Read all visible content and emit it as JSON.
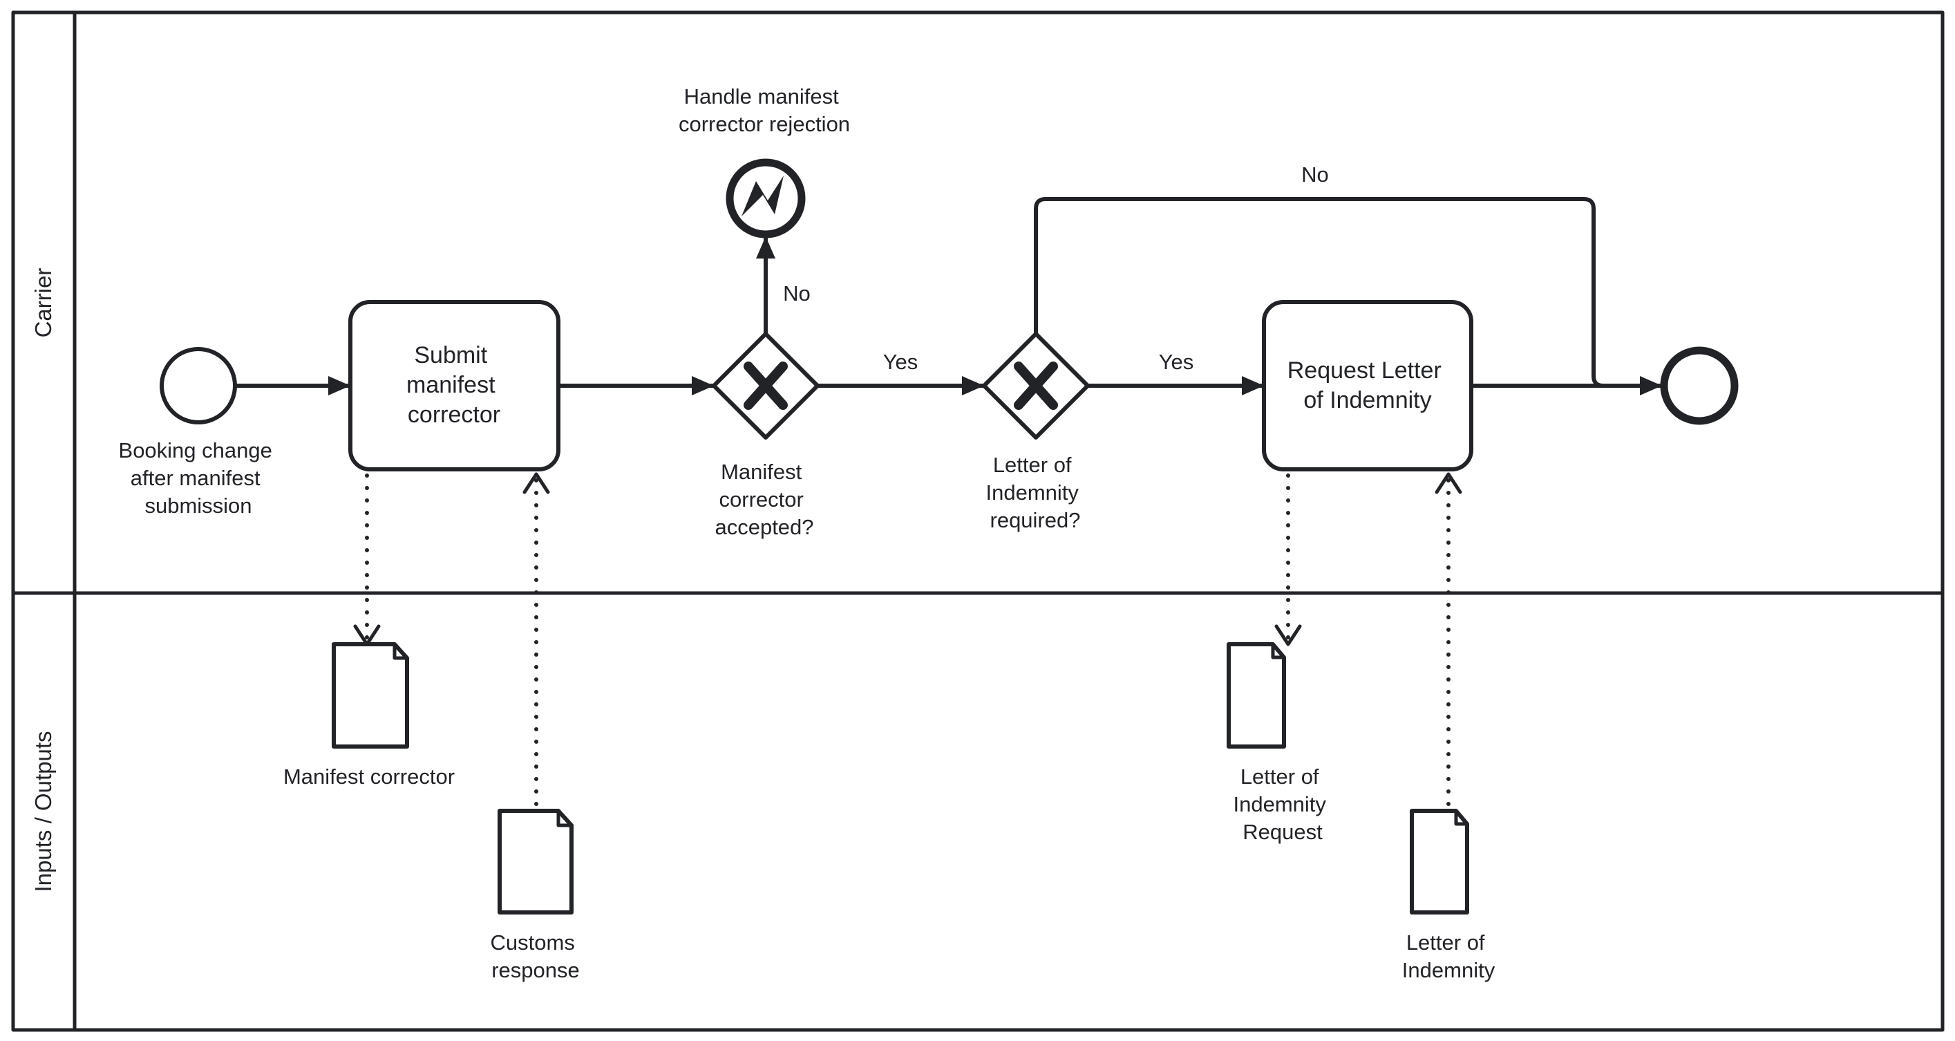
{
  "pool": {
    "lanes": [
      {
        "id": "carrier",
        "label": "Carrier"
      },
      {
        "id": "io",
        "label": "Inputs / Outputs"
      }
    ]
  },
  "events": {
    "start": {
      "label": [
        "Booking change",
        "after manifest",
        "submission"
      ]
    },
    "error_end": {
      "label": [
        "Handle manifest",
        "corrector rejection"
      ],
      "icon": "lightning-icon"
    },
    "end": {
      "label": []
    }
  },
  "tasks": {
    "submit": {
      "label": [
        "Submit",
        "manifest",
        "corrector"
      ]
    },
    "request_loi": {
      "label": [
        "Request Letter",
        "of Indemnity"
      ]
    }
  },
  "gateways": {
    "accepted": {
      "type": "exclusive",
      "marker": "X",
      "label": [
        "Manifest",
        "corrector",
        "accepted?"
      ]
    },
    "loi_required": {
      "type": "exclusive",
      "marker": "X",
      "label": [
        "Letter of",
        "Indemnity",
        "required?"
      ]
    }
  },
  "flows": {
    "accepted_no": "No",
    "accepted_yes": "Yes",
    "loi_yes": "Yes",
    "loi_no": "No"
  },
  "data_objects": {
    "manifest_corrector": {
      "label": [
        "Manifest corrector"
      ],
      "direction": "output"
    },
    "customs_response": {
      "label": [
        "Customs",
        "response"
      ],
      "direction": "input"
    },
    "loi_request": {
      "label": [
        "Letter of",
        "Indemnity",
        "Request"
      ],
      "direction": "output"
    },
    "loi": {
      "label": [
        "Letter of",
        "Indemnity"
      ],
      "direction": "input"
    }
  },
  "colors": {
    "stroke": "#222327",
    "background": "#ffffff"
  }
}
